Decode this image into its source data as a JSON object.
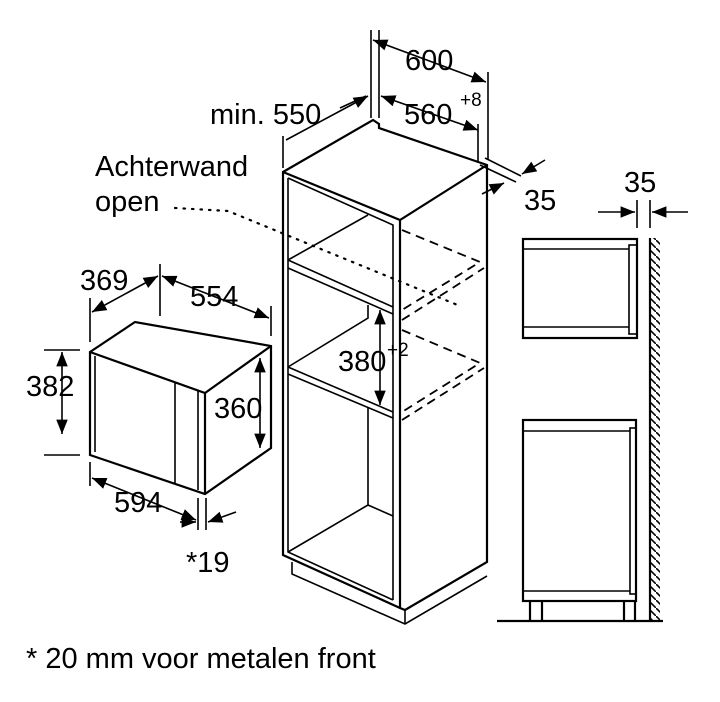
{
  "microwave": {
    "depth": "369",
    "width_top": "554",
    "height_outer": "382",
    "height_inner": "360",
    "width_front": "594",
    "door_offset": "*19"
  },
  "cabinet": {
    "width_outer": "600",
    "depth_min": "min. 550",
    "width_inner": "560",
    "width_inner_tol": "+8",
    "back_gap": "35",
    "back_wall_label_1": "Achterwand",
    "back_wall_label_2": "open",
    "niche_height": "380",
    "niche_height_tol": "+2"
  },
  "side_view": {
    "wall_gap": "35"
  },
  "footnote": "* 20 mm voor metalen front"
}
